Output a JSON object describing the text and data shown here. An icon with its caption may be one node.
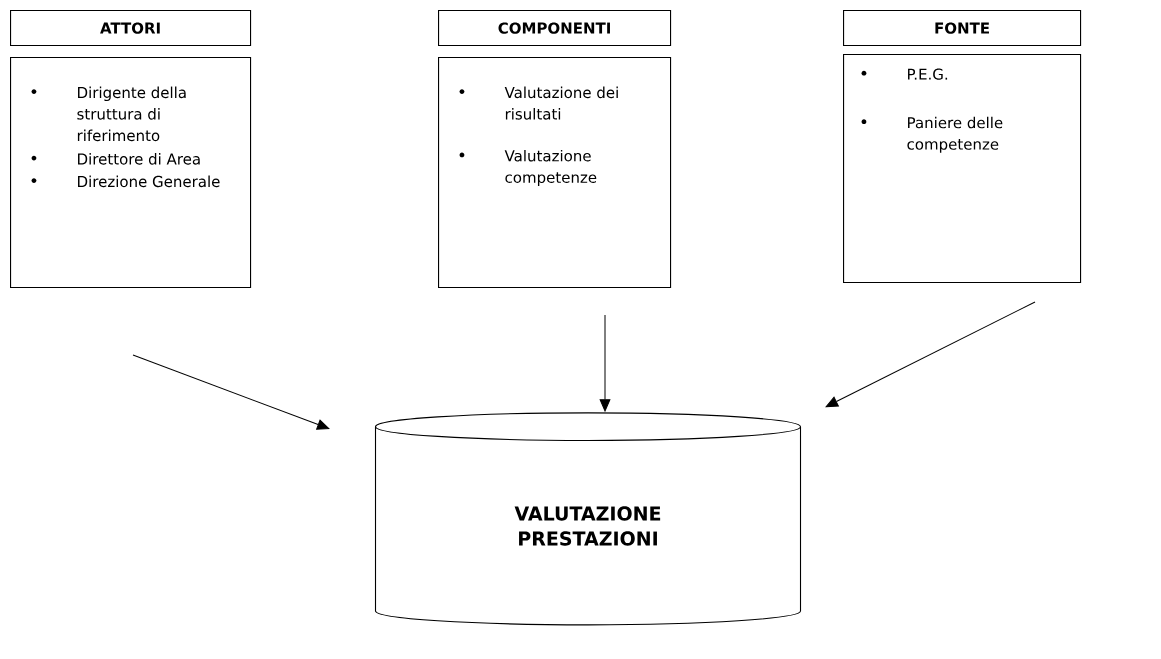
{
  "diagram": {
    "nodes": [
      {
        "text": [
          "ATTORI"
        ]
      },
      {
        "text": [
          "COMPONENTI"
        ]
      },
      {
        "text": [
          "FONTE"
        ]
      },
      {
        "text": [
          "Dirigente della struttura di riferimento",
          "Direttore di Area",
          "Direzione Generale"
        ]
      },
      {
        "text": [
          "Valutazione dei risultati",
          "Valutazione competenze"
        ]
      },
      {
        "text": [
          "P.E.G.",
          "Paniere delle competenze"
        ]
      },
      {
        "text": [
          "VALUTAZIONE PRESTAZIONI"
        ]
      }
    ],
    "edges": [
      {
        "from": null,
        "to": 6,
        "arrow": "to"
      },
      {
        "from": null,
        "to": 6,
        "arrow": "to"
      },
      {
        "from": null,
        "to": 6,
        "arrow": "to"
      }
    ]
  }
}
